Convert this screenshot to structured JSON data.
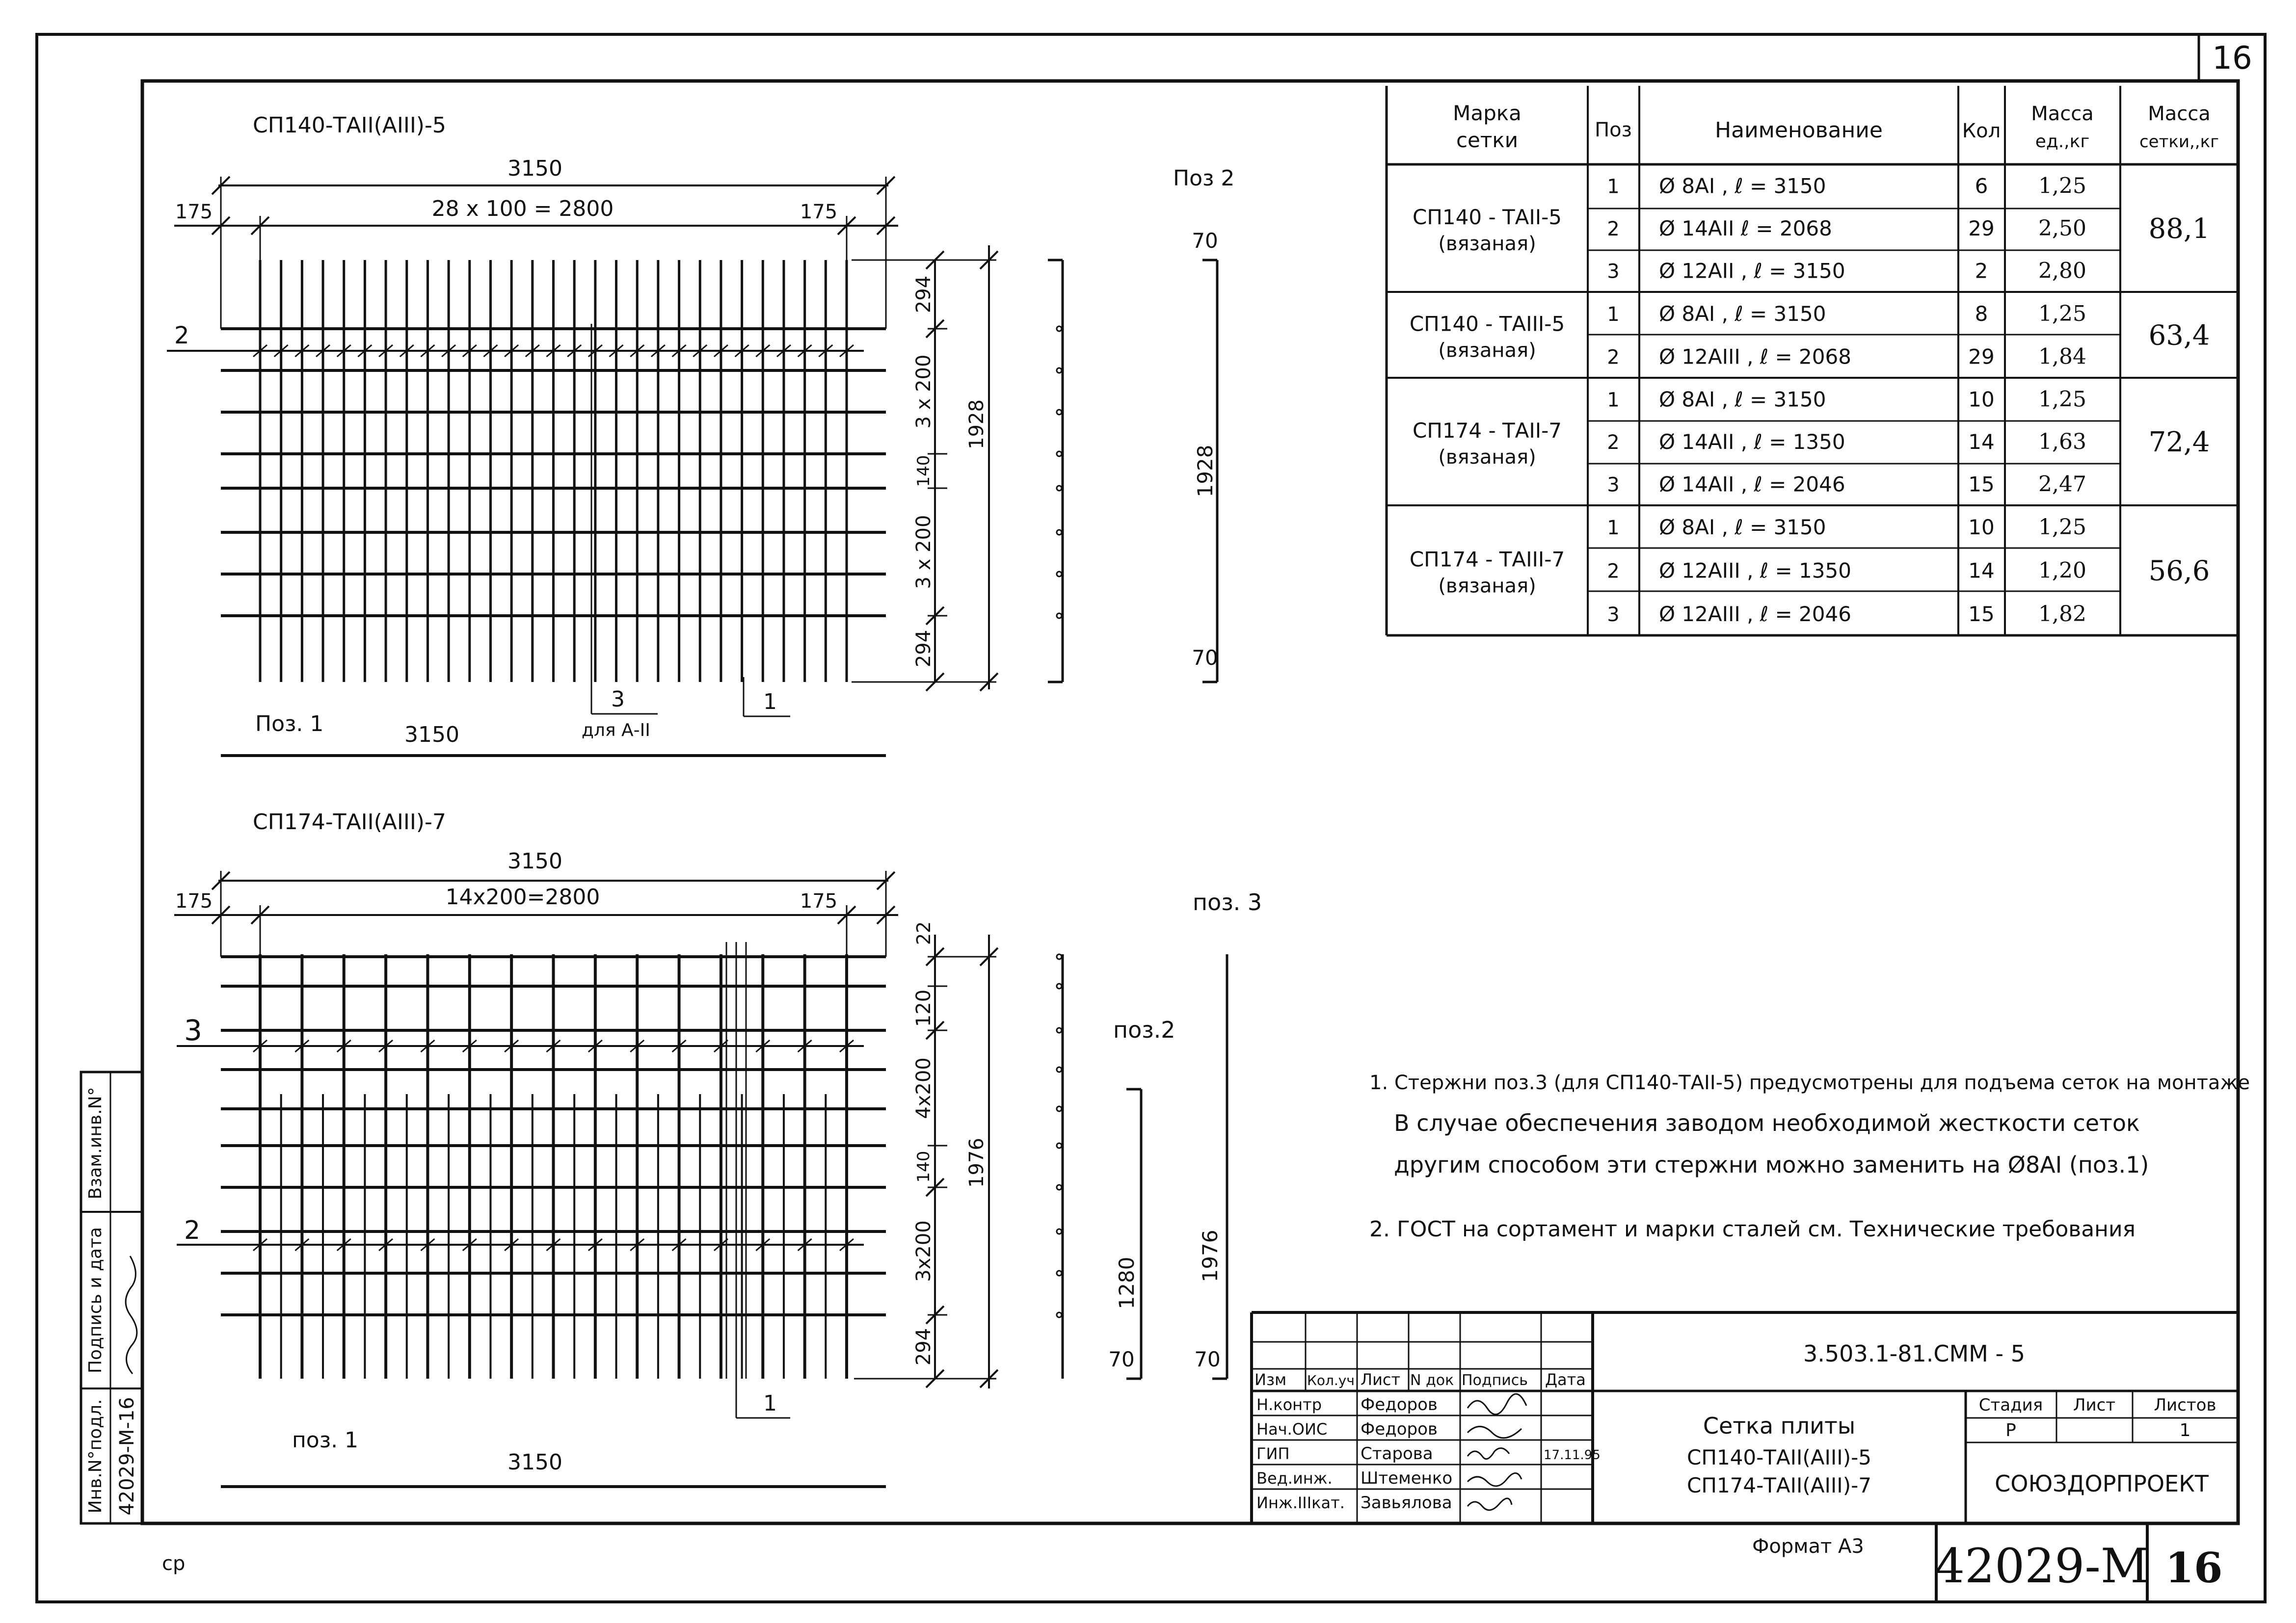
{
  "sheet_number": "16",
  "drawings": {
    "top": {
      "title": "СП140-ТАII(АIII)-5",
      "overall_width": "3150",
      "left_edge": "175",
      "right_edge": "175",
      "span_formula": "28  x  100   =  2800",
      "pos_label": "Поз. 1",
      "bottom_length": "3150",
      "marker_2": "2",
      "callout_3": "3",
      "callout_3_note": "для А-II",
      "callout_1": "1",
      "vertical_dims": [
        "294",
        "3  x  200",
        "140",
        "3  x  200",
        "294"
      ],
      "vertical_total": "1928"
    },
    "top_side": {
      "pos_label": "Поз  2",
      "dims": [
        "70",
        "1928",
        "70"
      ]
    },
    "bottom": {
      "title": "СП174-ТАII(АIII)-7",
      "overall_width": "3150",
      "left_edge": "175",
      "right_edge": "175",
      "span_formula": "14х200=2800",
      "pos_label": "поз. 1",
      "bottom_length": "3150",
      "marker_3": "3",
      "marker_2": "2",
      "callout_1": "1",
      "vertical_dims": [
        "22",
        "120",
        "4х200",
        "140",
        "3х200",
        "294"
      ],
      "vertical_total": "1976"
    },
    "bottom_side": {
      "pos3_label": "поз. 3",
      "pos2_label": "поз.2",
      "pos2_length": "1280",
      "pos2_end": "70",
      "pos3_length": "1976",
      "pos3_end": "70"
    }
  },
  "spec_table": {
    "headers": [
      "Марка сетки",
      "Поз",
      "Наименование",
      "Кол",
      "Масса ед.,кг",
      "Масса сетки,,кг"
    ],
    "groups": [
      {
        "mark": [
          "СП140 - ТАII-5",
          "(вязаная)"
        ],
        "total": "88,1",
        "rows": [
          {
            "pos": "1",
            "name": "Ø  8АI  ,  ℓ  =  3150",
            "qty": "6",
            "mass": "1,25"
          },
          {
            "pos": "2",
            "name": "Ø  14АII   ℓ  =  2068",
            "qty": "29",
            "mass": "2,50"
          },
          {
            "pos": "3",
            "name": "Ø  12АII  ,  ℓ  =  3150",
            "qty": "2",
            "mass": "2,80"
          }
        ]
      },
      {
        "mark": [
          "СП140 - ТАIII-5",
          "(вязаная)"
        ],
        "total": "63,4",
        "rows": [
          {
            "pos": "1",
            "name": "Ø  8АI  ,  ℓ  =  3150",
            "qty": "8",
            "mass": "1,25"
          },
          {
            "pos": "2",
            "name": "Ø  12АIII  ,  ℓ  =  2068",
            "qty": "29",
            "mass": "1,84"
          }
        ]
      },
      {
        "mark": [
          "СП174 - ТАII-7",
          "(вязаная)"
        ],
        "total": "72,4",
        "rows": [
          {
            "pos": "1",
            "name": "Ø  8АI  ,  ℓ  =  3150",
            "qty": "10",
            "mass": "1,25"
          },
          {
            "pos": "2",
            "name": "Ø  14АII  ,  ℓ  =  1350",
            "qty": "14",
            "mass": "1,63"
          },
          {
            "pos": "3",
            "name": "Ø  14АII  ,  ℓ  =  2046",
            "qty": "15",
            "mass": "2,47"
          }
        ]
      },
      {
        "mark": [
          "СП174 - ТАIII-7",
          "(вязаная)"
        ],
        "total": "56,6",
        "rows": [
          {
            "pos": "1",
            "name": "Ø  8АI  ,  ℓ  =  3150",
            "qty": "10",
            "mass": "1,25"
          },
          {
            "pos": "2",
            "name": "Ø  12АIII  ,  ℓ  =  1350",
            "qty": "14",
            "mass": "1,20"
          },
          {
            "pos": "3",
            "name": "Ø  12АIII  ,  ℓ  =  2046",
            "qty": "15",
            "mass": "1,82"
          }
        ]
      }
    ]
  },
  "notes": {
    "n1_line1": "1.  Стержни поз.3 (для СП140-ТАII-5) предусмотрены для подъема сеток на монтаже",
    "n1_line2": "В  случае  обеспечения  заводом  необходимой  жесткости  сеток",
    "n1_line3": "другим  способом  эти  стержни  можно  заменить  на   Ø8АI  (поз.1)",
    "n2": "2. ГОСТ  на  сортамент  и  марки  сталей  см.  Технические  требования"
  },
  "title_block": {
    "doc_code": "3.503.1-81.СММ  -  5",
    "col_headers": [
      "Изм",
      "Кол.уч",
      "Лист",
      "N док",
      "Подпись",
      "Дата"
    ],
    "roles": [
      {
        "role": "Н.контр",
        "name": "Федоров",
        "date": ""
      },
      {
        "role": "Нач.ОИС",
        "name": "Федоров",
        "date": ""
      },
      {
        "role": "ГИП",
        "name": "Старова",
        "date": "17.11.95"
      },
      {
        "role": "Вед.инж.",
        "name": "Штеменко",
        "date": ""
      },
      {
        "role": "Инж.IIIкат.",
        "name": "Завьялова",
        "date": ""
      }
    ],
    "drawing_title": [
      "Сетка плиты",
      "СП140-ТАII(АIII)-5",
      "СП174-ТАII(АIII)-7"
    ],
    "stage_headers": [
      "Стадия",
      "Лист",
      "Листов"
    ],
    "stage_values": [
      "Р",
      "",
      "1"
    ],
    "organization": "СОЮЗДОРПРОЕКТ",
    "format": "Формат  А3",
    "inventory": "42029-М",
    "sheet": "16"
  },
  "margin_stamp": {
    "inv_label": "Инв.N°подл.",
    "inv_value": "42029-М-16",
    "sign_label": "Подпись и дата",
    "swap_label": "Взам.инв.N°"
  },
  "corner_mark": "ср"
}
